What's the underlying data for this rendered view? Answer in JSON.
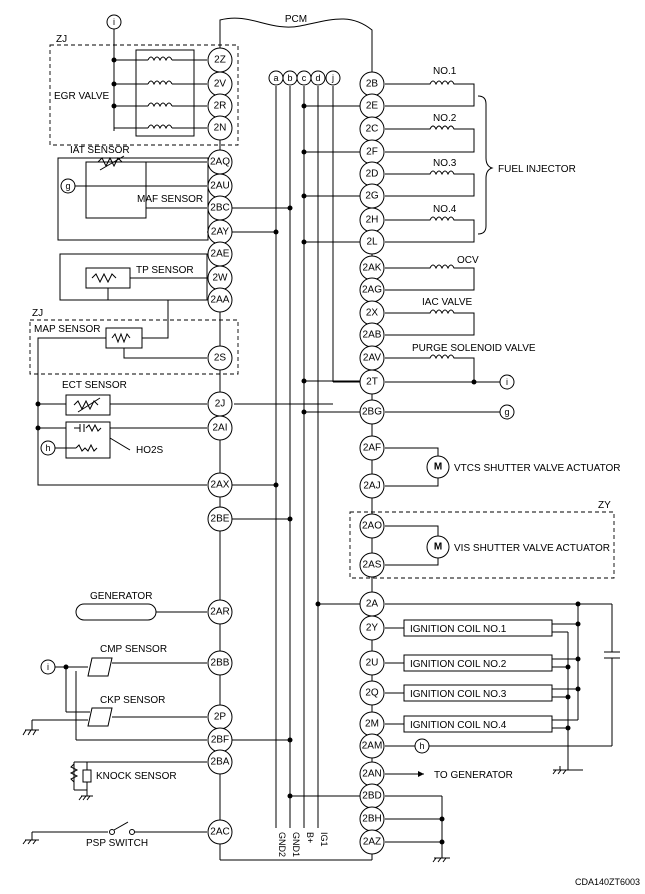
{
  "title": "PCM",
  "figure_code": "CDA140ZT6003",
  "regions": {
    "zj_top": "ZJ",
    "zj_map": "ZJ",
    "zy": "ZY"
  },
  "left_pins": [
    {
      "id": "2Z"
    },
    {
      "id": "2V"
    },
    {
      "id": "2R"
    },
    {
      "id": "2N"
    },
    {
      "id": "2AQ"
    },
    {
      "id": "2AU"
    },
    {
      "id": "2BC"
    },
    {
      "id": "2AY"
    },
    {
      "id": "2AE"
    },
    {
      "id": "2W"
    },
    {
      "id": "2AA"
    },
    {
      "id": "2S"
    },
    {
      "id": "2J"
    },
    {
      "id": "2AI"
    },
    {
      "id": "2AX"
    },
    {
      "id": "2BE"
    },
    {
      "id": "2AR"
    },
    {
      "id": "2BB"
    },
    {
      "id": "2P"
    },
    {
      "id": "2BF"
    },
    {
      "id": "2BA"
    },
    {
      "id": "2AC"
    }
  ],
  "right_pins": [
    {
      "id": "2B"
    },
    {
      "id": "2E"
    },
    {
      "id": "2C"
    },
    {
      "id": "2F"
    },
    {
      "id": "2D"
    },
    {
      "id": "2G"
    },
    {
      "id": "2H"
    },
    {
      "id": "2L"
    },
    {
      "id": "2AK"
    },
    {
      "id": "2AG"
    },
    {
      "id": "2X"
    },
    {
      "id": "2AB"
    },
    {
      "id": "2AV"
    },
    {
      "id": "2T"
    },
    {
      "id": "2BG"
    },
    {
      "id": "2AF"
    },
    {
      "id": "2AJ"
    },
    {
      "id": "2AO"
    },
    {
      "id": "2AS"
    },
    {
      "id": "2A"
    },
    {
      "id": "2Y"
    },
    {
      "id": "2U"
    },
    {
      "id": "2Q"
    },
    {
      "id": "2M"
    },
    {
      "id": "2AM"
    },
    {
      "id": "2AN"
    },
    {
      "id": "2BD"
    },
    {
      "id": "2BH"
    },
    {
      "id": "2AZ"
    }
  ],
  "bus_circles": [
    "a",
    "b",
    "c",
    "d",
    "j"
  ],
  "bus_labels": [
    "GND2",
    "GND1",
    "B+",
    "IG1"
  ],
  "connectors": {
    "i": "i",
    "g": "g",
    "h": "h"
  },
  "components": {
    "egr_valve": "EGR VALVE",
    "iat_sensor": "IAT SENSOR",
    "maf_sensor": "MAF SENSOR",
    "tp_sensor": "TP SENSOR",
    "map_sensor": "MAP SENSOR",
    "ect_sensor": "ECT SENSOR",
    "ho2s": "HO2S",
    "generator": "GENERATOR",
    "cmp_sensor": "CMP SENSOR",
    "ckp_sensor": "CKP SENSOR",
    "knock_sensor": "KNOCK SENSOR",
    "psp_switch": "PSP SWITCH",
    "fuel_injector": "FUEL INJECTOR",
    "inj1": "NO.1",
    "inj2": "NO.2",
    "inj3": "NO.3",
    "inj4": "NO.4",
    "ocv": "OCV",
    "iac_valve": "IAC VALVE",
    "purge_solenoid": "PURGE SOLENOID VALVE",
    "vtcs": "VTCS SHUTTER VALVE ACTUATOR",
    "vis": "VIS SHUTTER VALVE ACTUATOR",
    "motor_symbol": "M",
    "coil1": "IGNITION COIL NO.1",
    "coil2": "IGNITION COIL NO.2",
    "coil3": "IGNITION COIL NO.3",
    "coil4": "IGNITION COIL NO.4",
    "to_generator": "TO GENERATOR"
  }
}
